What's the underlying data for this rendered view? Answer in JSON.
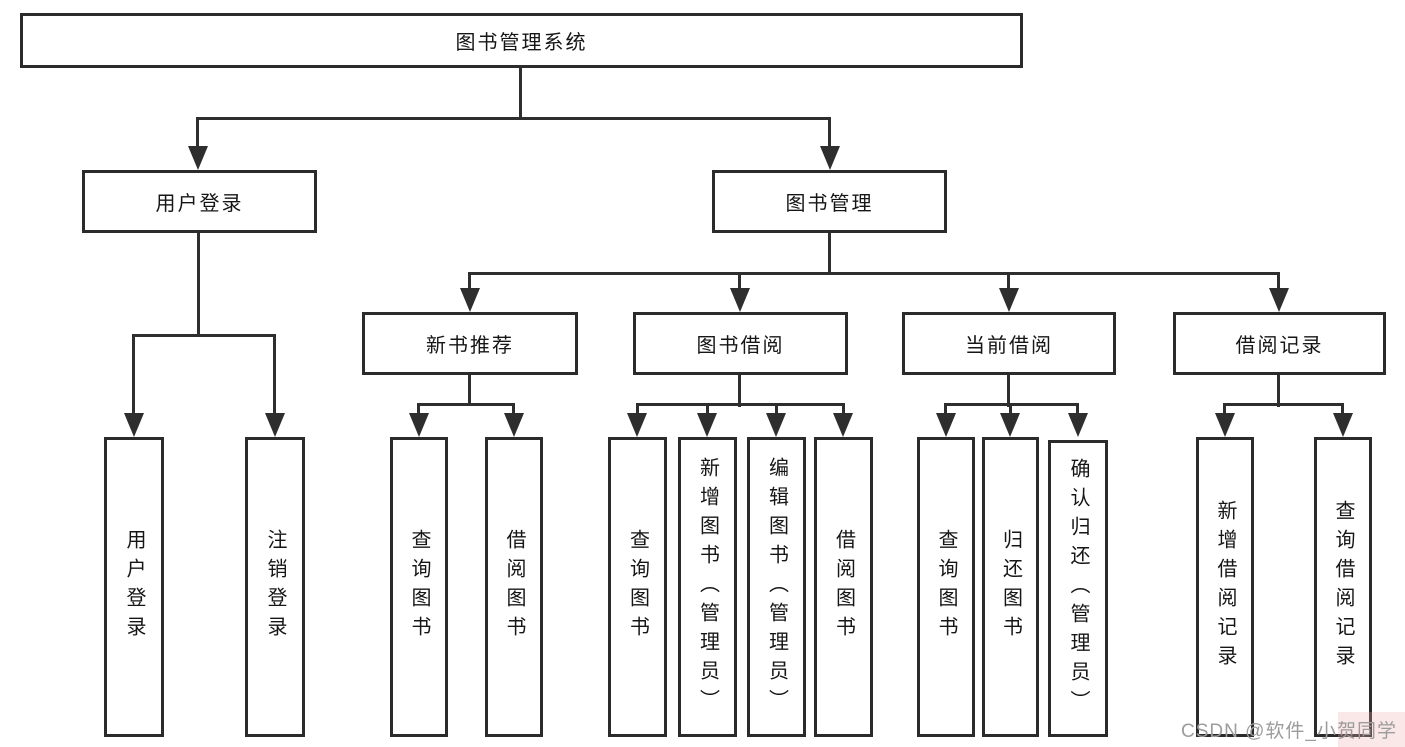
{
  "diagram": {
    "root": {
      "label": "图书管理系统"
    },
    "branches": [
      {
        "label": "用户登录",
        "leaves": [
          {
            "label": "用户登录"
          },
          {
            "label": "注销登录"
          }
        ]
      },
      {
        "label": "图书管理",
        "sections": [
          {
            "label": "新书推荐",
            "leaves": [
              {
                "label": "查询图书"
              },
              {
                "label": "借阅图书"
              }
            ]
          },
          {
            "label": "图书借阅",
            "leaves": [
              {
                "label": "查询图书"
              },
              {
                "label": "新增图书（管理员）"
              },
              {
                "label": "编辑图书（管理员）"
              },
              {
                "label": "借阅图书"
              }
            ]
          },
          {
            "label": "当前借阅",
            "leaves": [
              {
                "label": "查询图书"
              },
              {
                "label": "归还图书"
              },
              {
                "label": "确认归还（管理员）"
              }
            ]
          },
          {
            "label": "借阅记录",
            "leaves": [
              {
                "label": "新增借阅记录"
              },
              {
                "label": "查询借阅记录"
              }
            ]
          }
        ]
      }
    ]
  },
  "watermark": {
    "text": "CSDN @软件_小贺同学"
  },
  "colors": {
    "line": "#2e2e2e",
    "box_border": "#2b2b2b",
    "text": "#161616",
    "background": "#ffffff",
    "watermark": "#9c9c9c"
  }
}
